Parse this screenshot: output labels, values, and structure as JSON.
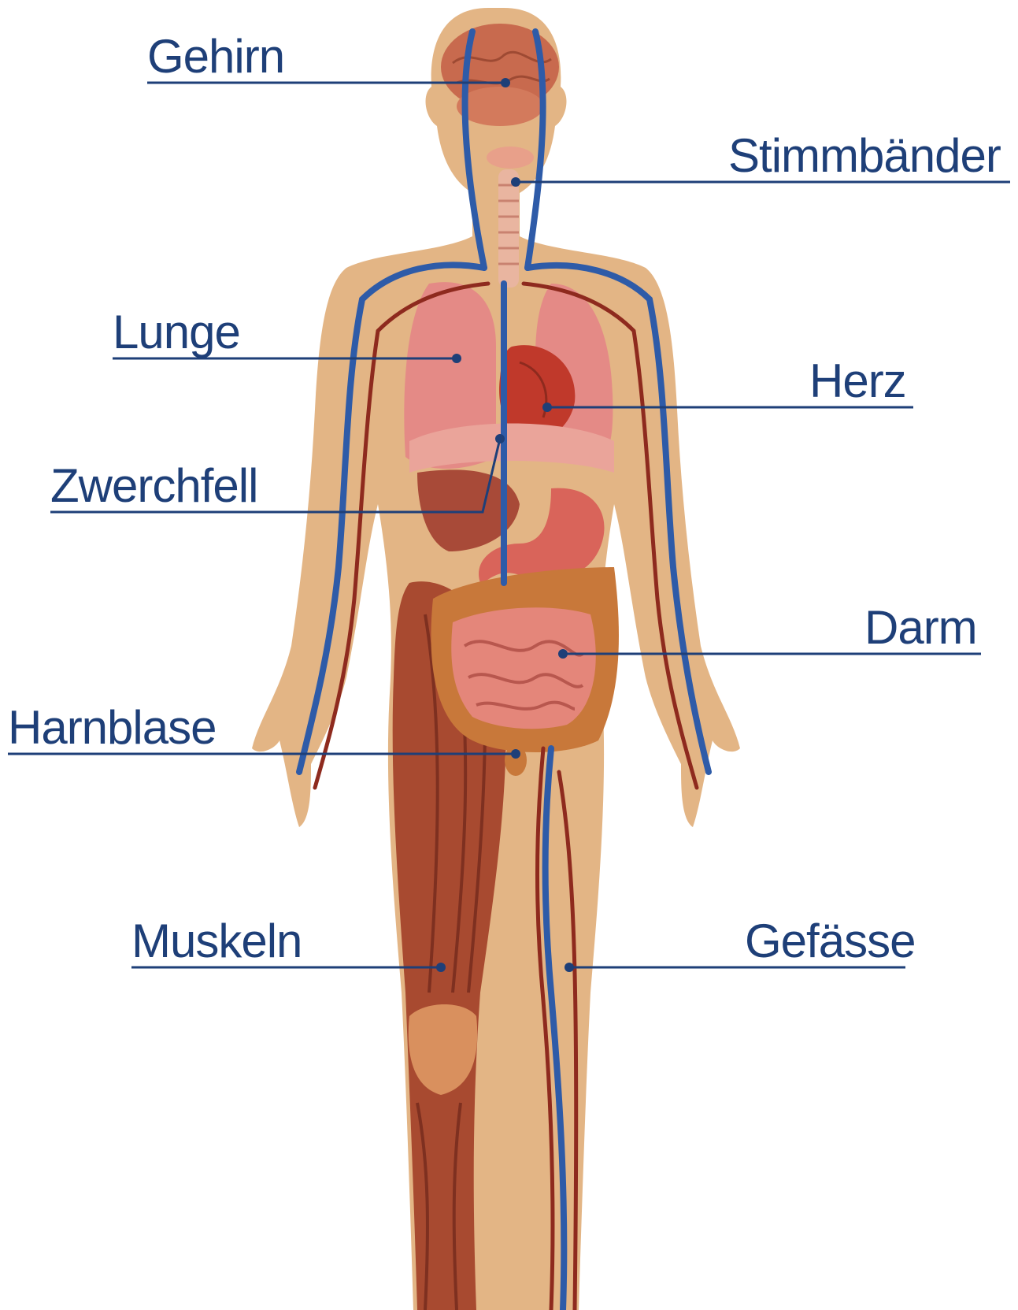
{
  "colors": {
    "label_text": "#1e3f78",
    "leader_line": "#1e3f78",
    "skin": "#e3b585",
    "vein": "#2e5ba8",
    "artery": "#8e2a1e",
    "muscle": "#a84a30",
    "organ_pink": "#e48a86",
    "intestine": "#c8783a"
  },
  "labels": {
    "brain": "Gehirn",
    "vocal_cords": "Stimmbänder",
    "lung": "Lunge",
    "heart": "Herz",
    "diaphragm": "Zwerchfell",
    "intestine": "Darm",
    "bladder": "Harnblase",
    "muscles": "Muskeln",
    "vessels": "Gefässe"
  }
}
